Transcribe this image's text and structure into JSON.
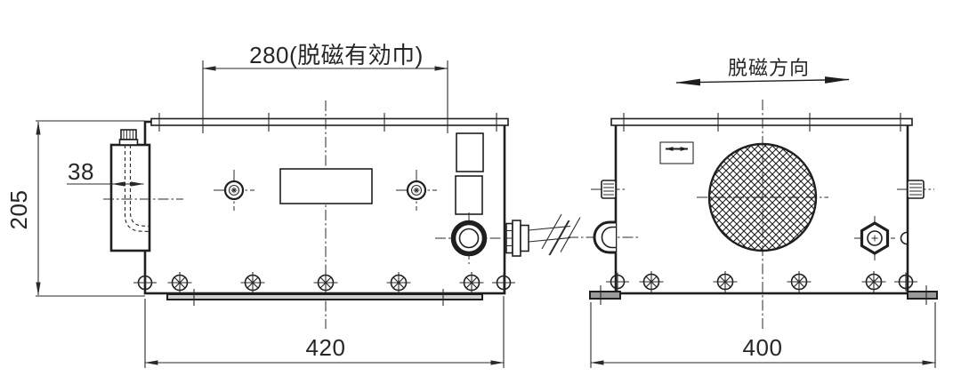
{
  "front_view": {
    "effective_width_label": "280(脱磁有効巾)",
    "bracket_width": "38",
    "height": "205",
    "overall_width": "420"
  },
  "side_view": {
    "direction_label": "脱磁方向",
    "overall_width": "400"
  },
  "colors": {
    "line": "#1f1f1f",
    "background": "#ffffff"
  }
}
